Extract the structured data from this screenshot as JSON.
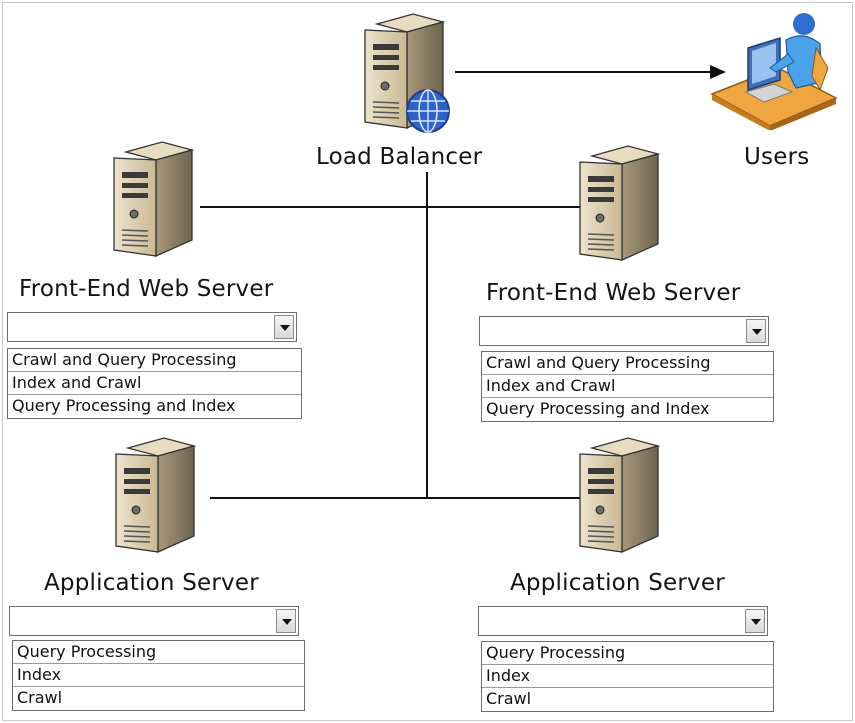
{
  "load_balancer": {
    "label": "Load  Balancer"
  },
  "users": {
    "label": "Users"
  },
  "front_end_left": {
    "label": "Front-End Web Server",
    "selected": "",
    "options": [
      "Crawl and Query Processing",
      "Index and Crawl",
      "Query Processing and Index"
    ]
  },
  "front_end_right": {
    "label": "Front-End Web Server",
    "selected": "",
    "options": [
      "Crawl and Query Processing",
      "Index and Crawl",
      "Query Processing and Index"
    ]
  },
  "app_left": {
    "label": "Application Server",
    "selected": "",
    "options": [
      "Query Processing",
      "Index",
      "Crawl"
    ]
  },
  "app_right": {
    "label": "Application Server",
    "selected": "",
    "options": [
      "Query Processing",
      "Index",
      "Crawl"
    ]
  }
}
